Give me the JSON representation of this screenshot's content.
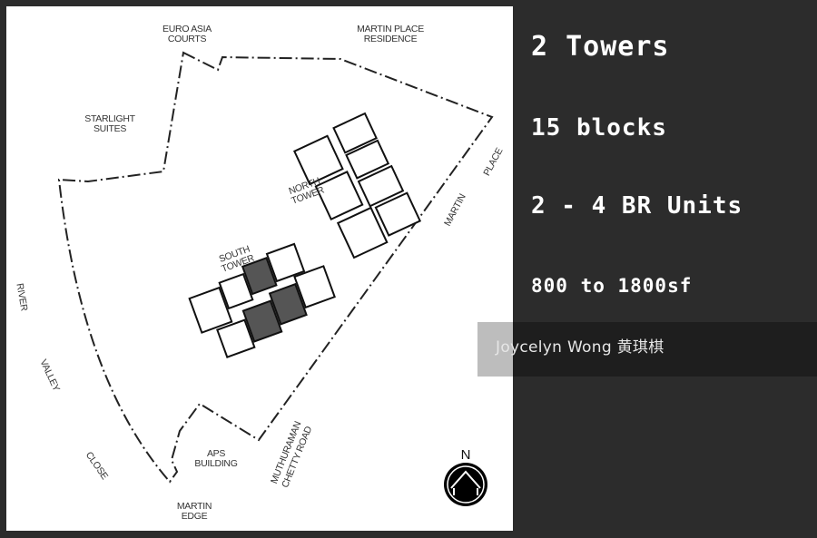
{
  "site_plan": {
    "labels": {
      "euro_asia_1": "EURO ASIA",
      "euro_asia_2": "COURTS",
      "martin_place_res_1": "MARTIN PLACE",
      "martin_place_res_2": "RESIDENCE",
      "starlight_1": "STARLIGHT",
      "starlight_2": "SUITES",
      "north_tower_1": "NORTH",
      "north_tower_2": "TOWER",
      "south_tower_1": "SOUTH",
      "south_tower_2": "TOWER",
      "river": "RIVER",
      "valley": "VALLEY",
      "close": "CLOSE",
      "aps_1": "APS",
      "aps_2": "BUILDING",
      "martin_edge_1": "MARTIN",
      "martin_edge_2": "EDGE",
      "muthuraman_1": "MUTHURAMAN",
      "muthuraman_2": "CHETTY ROAD",
      "martin": "MARTIN",
      "place": "PLACE",
      "north": "N"
    }
  },
  "facts": {
    "towers": "2 Towers",
    "blocks": "15 blocks",
    "units": "2 - 4 BR Units",
    "size": "800 to 1800sf"
  },
  "watermark": "Joycelyn Wong 黄琪棋"
}
